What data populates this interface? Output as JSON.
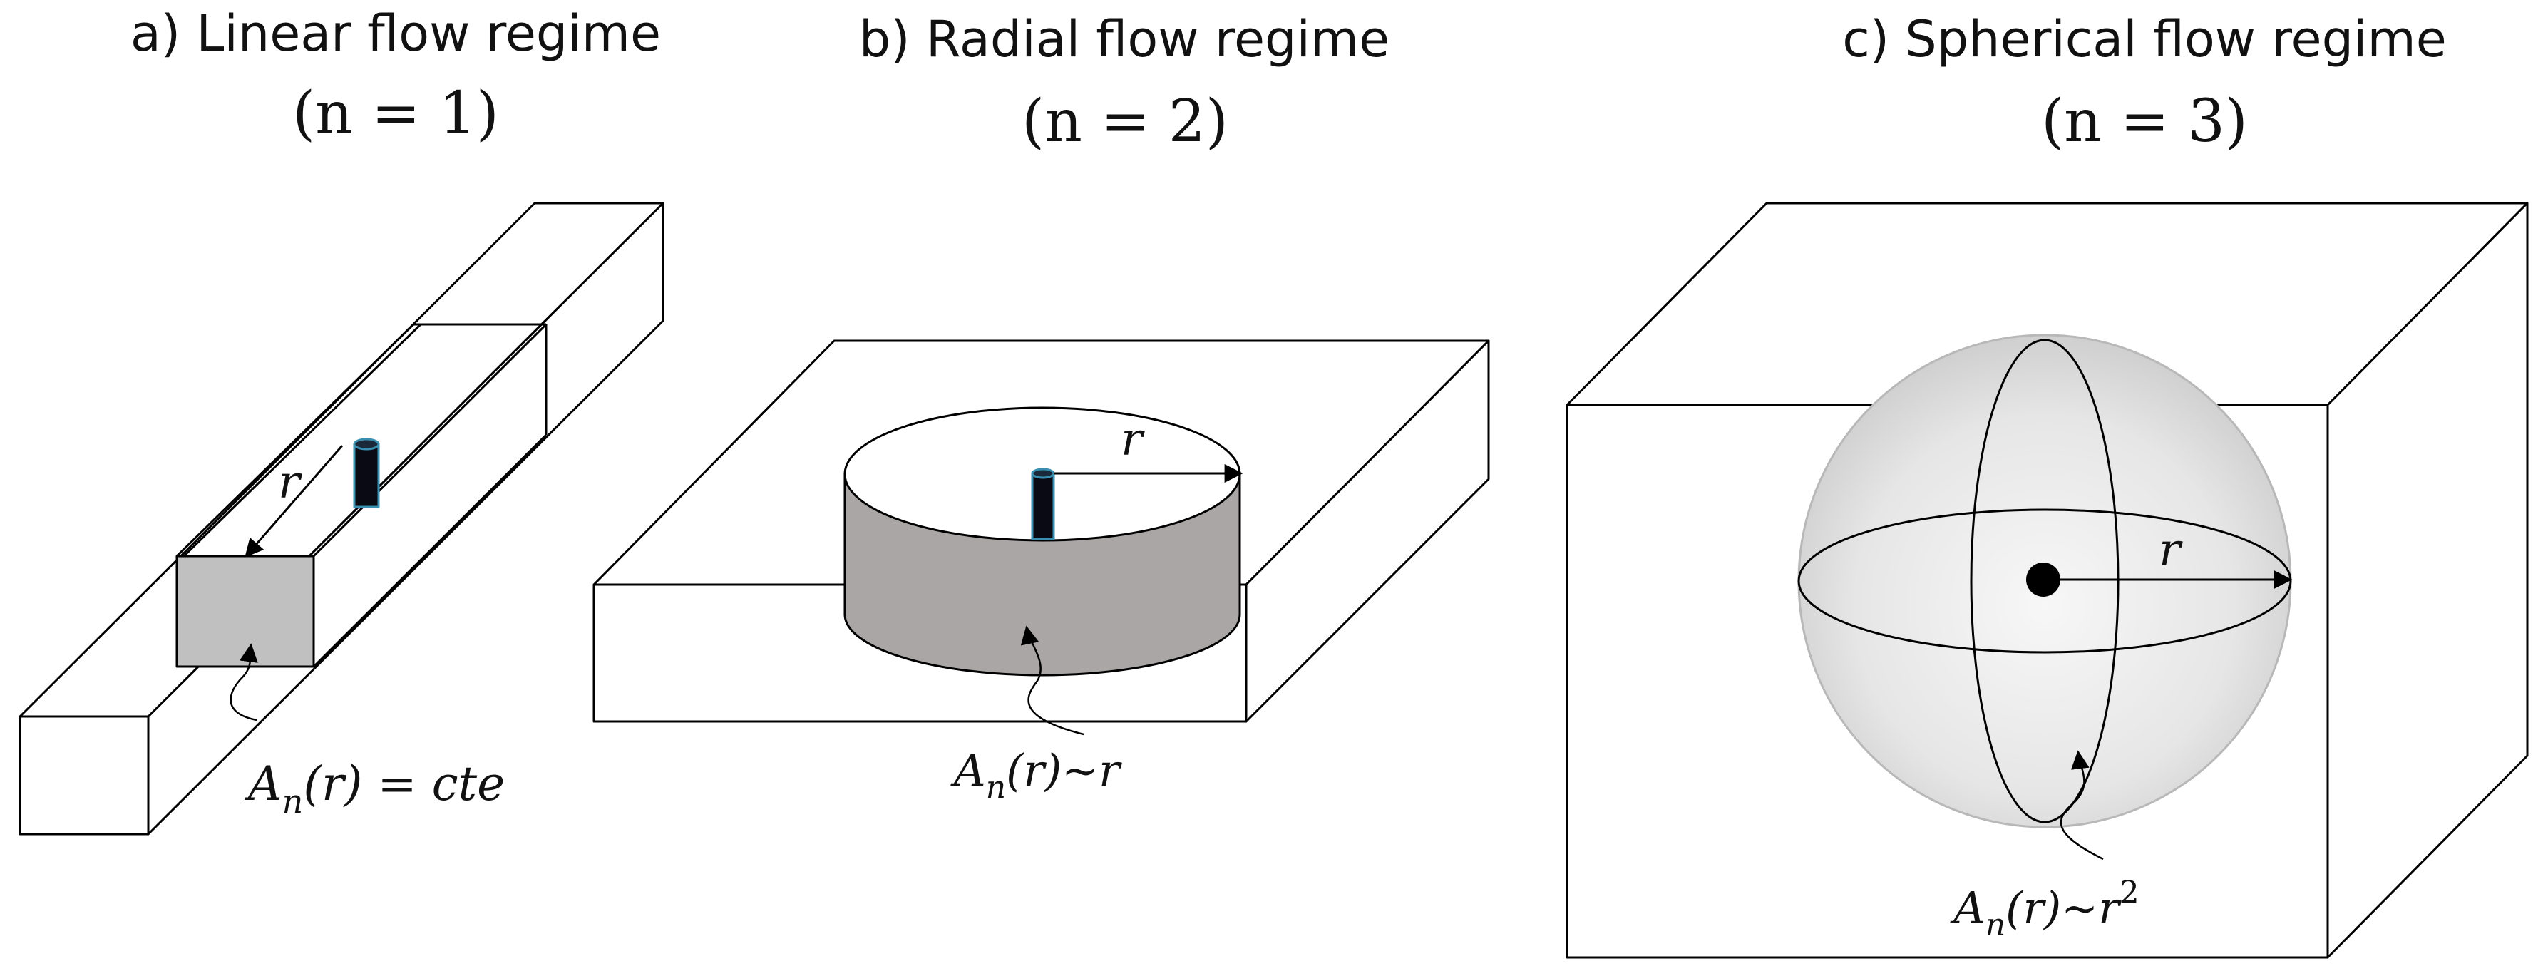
{
  "panels": [
    {
      "title": "a) Linear flow regime",
      "n_label": "(n = 1)",
      "radius_label": "r",
      "area_label": {
        "prefix": "A",
        "subscript": "n",
        "rest": "(r) = cte"
      }
    },
    {
      "title": "b) Radial flow regime",
      "n_label": "(n = 2)",
      "radius_label": "r",
      "area_label": {
        "prefix": "A",
        "subscript": "n",
        "rest": "(r)~r"
      }
    },
    {
      "title": "c) Spherical flow regime",
      "n_label": "(n = 3)",
      "radius_label": "r",
      "area_label": {
        "prefix": "A",
        "subscript": "n",
        "rest": "(r)~r",
        "superscript": "2"
      }
    }
  ],
  "colors": {
    "line": "#000000",
    "cross_section_fill": "#c0c0c0",
    "cylinder_fill": "#aaa6a6",
    "well_fill": "#0a0a14",
    "well_rim": "#3a8fb0",
    "sphere_fill": "#e8e8e8"
  }
}
